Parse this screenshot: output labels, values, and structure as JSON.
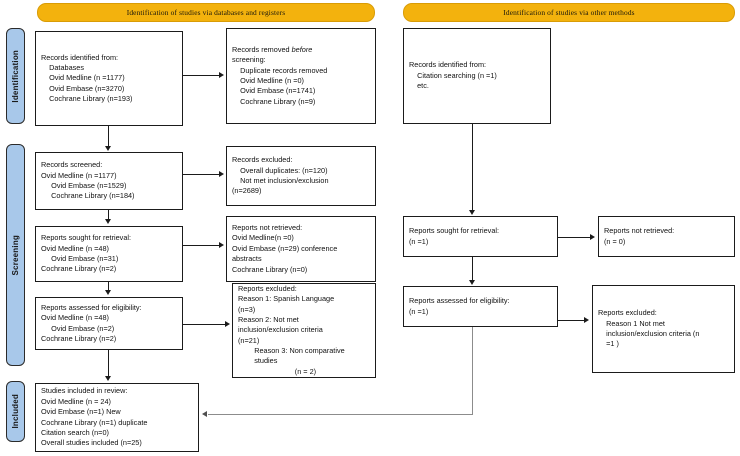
{
  "diagram": {
    "title": "PRISMA 2020 flow diagram",
    "accent_banner_color": "#F3B20D",
    "accent_sidebar_color": "#A8C8EA",
    "box_border_color": "#1b1b1b"
  },
  "banners": {
    "databases": "Identification of studies via databases and registers",
    "other_methods": "Identification of studies via other methods"
  },
  "stages": {
    "identification": "Identification",
    "screening": "Screening",
    "included": "Included"
  },
  "boxes": {
    "records_identified": "Records identified from:\n    Databases\n    Ovid Medline (n =1177)\n    Ovid Embase (n=3270)\n    Cochrane Library (n=193)",
    "records_removed_line1": "Records removed ",
    "records_removed_italic": "before",
    "records_removed_rest": "\nscreening:\n    Duplicate records removed\n    Ovid Medline (n =0)\n    Ovid Embase (n=1741)\n    Cochrane Library (n=9)",
    "records_screened": "Records screened:\nOvid Medline (n =1177)\n     Ovid Embase (n=1529)\n     Cochrane Library (n=184)",
    "records_excluded": "Records excluded:\n    Overall duplicates: (n=120)\n    Not met inclusion/exclusion\n(n=2689)",
    "reports_sought": "Reports sought for retrieval:\nOvid Medline (n =48)\n     Ovid Embase (n=31)\nCochrane Library (n=2)",
    "reports_not_retrieved": "Reports not retrieved:\nOvid Medline(n =0)\nOvid Embase (n=29) conference\nabstracts\nCochrane Library (n=0)",
    "reports_assessed": "Reports assessed for eligibility:\nOvid Medline (n =48)\n     Ovid Embase (n=2)\nCochrane Library (n=2)",
    "reports_excluded": "Reports excluded:\nReason 1: Spanish Language\n(n=3)\nReason 2: Not met\ninclusion/exclusion criteria\n(n=21)\n        Reason 3: Non comparative\n        studies\n                            (n = 2)",
    "studies_included": "Studies included in review:\nOvid Medline (n = 24)\nOvid Embase (n=1) New\nCochrane Library (n=1) duplicate\nCitation search (n=0)\nOverall studies included (n=25)",
    "other_records_identified": "Records identified from:\n    Citation searching (n =1)\n    etc.",
    "other_reports_sought": "Reports sought for retrieval:\n(n =1)",
    "other_reports_not_retrieved": "Reports not retrieved:\n(n = 0)",
    "other_reports_assessed": "Reports assessed for eligibility:\n(n =1)",
    "other_reports_excluded": "Reports excluded:\n    Reason 1 Not met\n    inclusion/exclusion criteria (n\n    =1 )"
  }
}
